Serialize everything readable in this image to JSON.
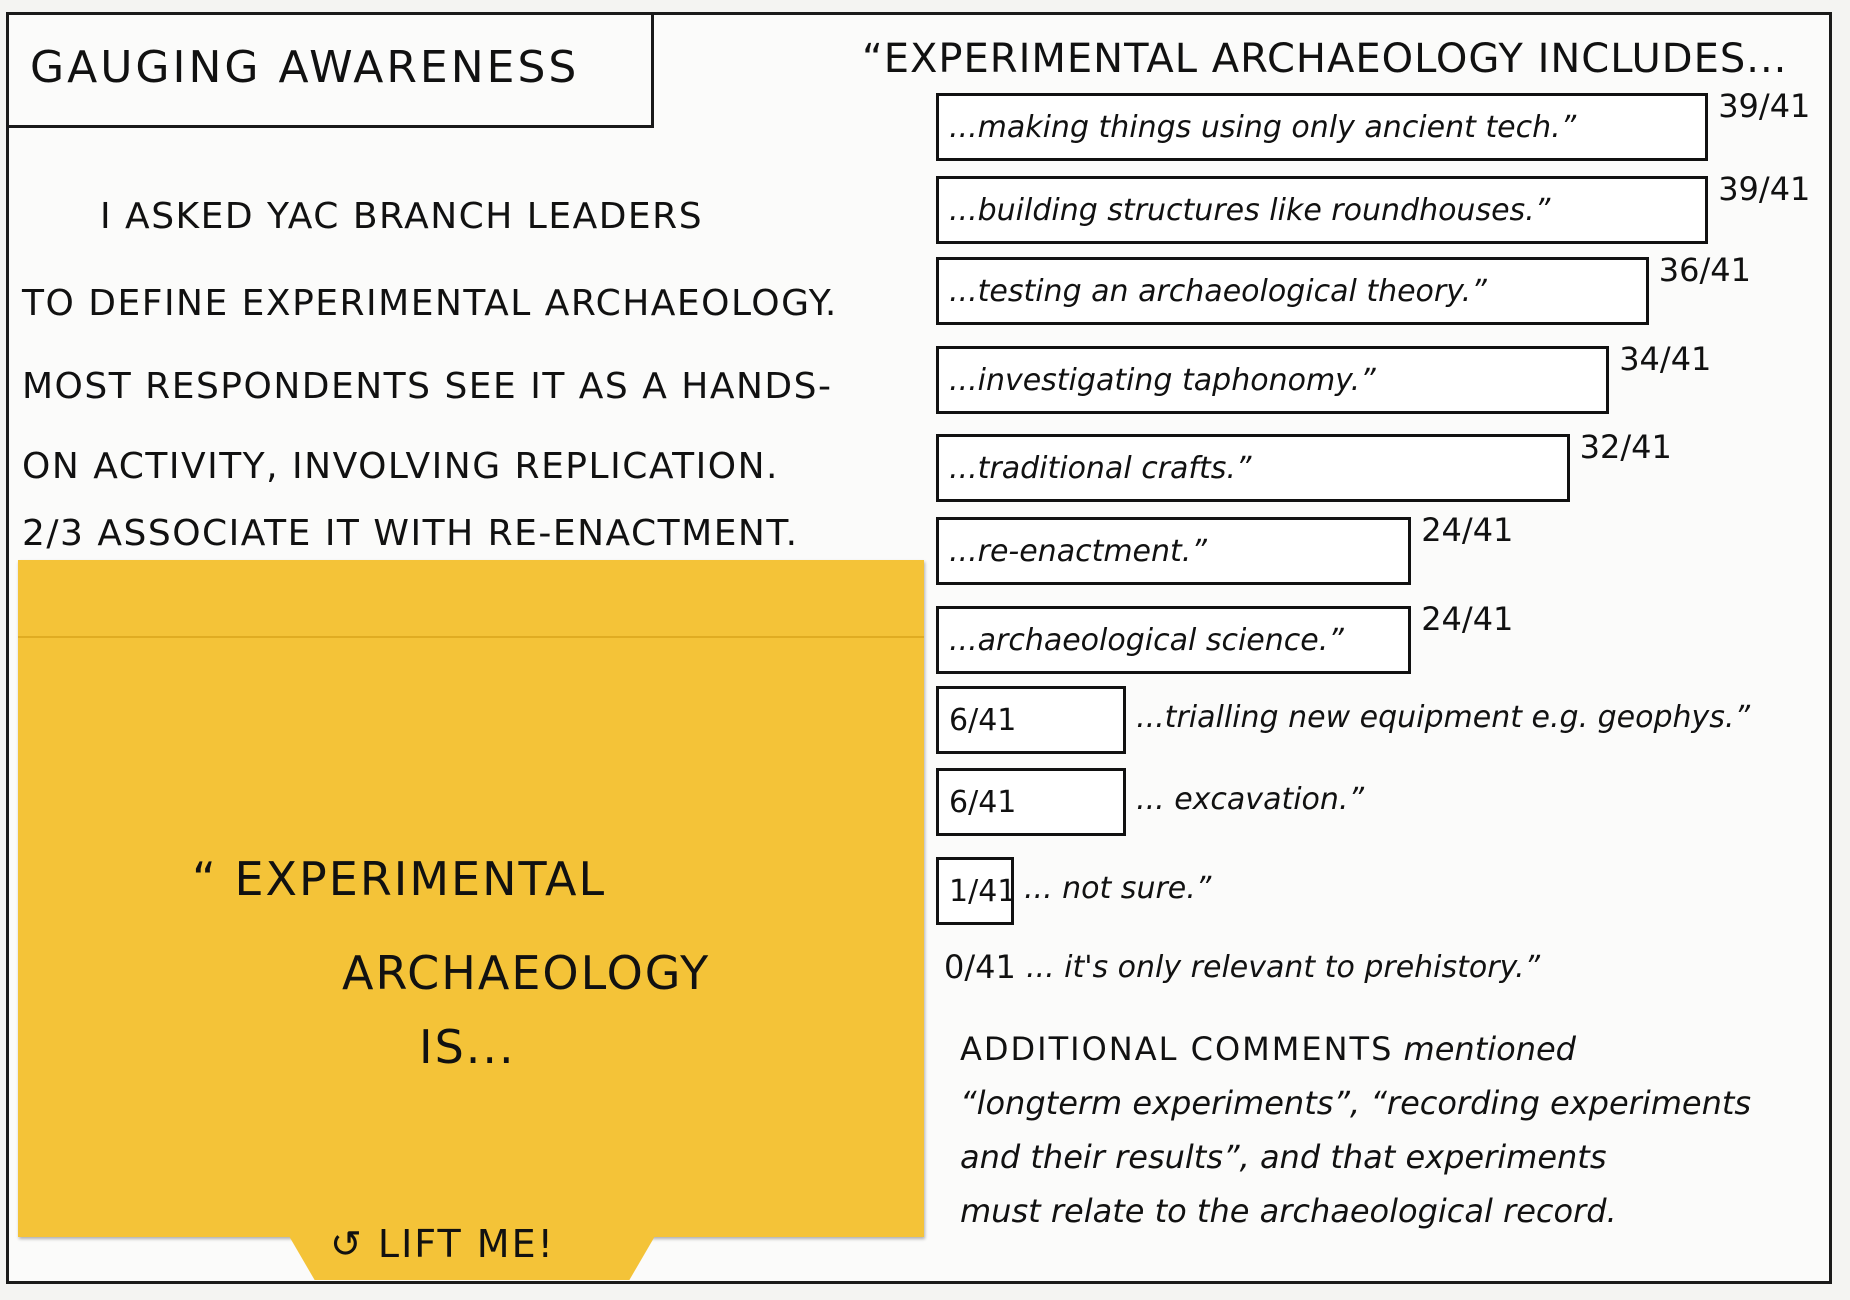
{
  "title": "GAUGING AWARENESS",
  "intro_lines": [
    "I ASKED YAC BRANCH LEADERS",
    "TO DEFINE EXPERIMENTAL ARCHAEOLOGY.",
    "MOST RESPONDENTS SEE IT AS A HANDS-",
    "ON ACTIVITY, INVOLVING REPLICATION.",
    "2/3 ASSOCIATE IT WITH RE-ENACTMENT."
  ],
  "flap": {
    "lines": [
      "“ EXPERIMENTAL",
      "ARCHAEOLOGY",
      "IS..."
    ],
    "lift_label": "↺ LIFT ME!",
    "color": "#f4c338"
  },
  "chart_data": {
    "type": "bar",
    "orientation": "horizontal",
    "title": "“EXPERIMENTAL ARCHAEOLOGY INCLUDES...",
    "total": 41,
    "categories": [
      "...making things using only ancient tech.”",
      "...building structures like roundhouses.”",
      "...testing an archaeological theory.”",
      "...investigating taphonomy.”",
      "...traditional crafts.”",
      "...re-enactment.”",
      "...archaeological science.”",
      "...trialling new equipment e.g. geophys.”",
      "... excavation.”",
      "... not sure.”",
      "... it's only relevant to prehistory.”"
    ],
    "values": [
      39,
      39,
      36,
      34,
      32,
      24,
      24,
      6,
      6,
      1,
      0
    ],
    "value_labels": [
      "39/41",
      "39/41",
      "36/41",
      "34/41",
      "32/41",
      "24/41",
      "24/41",
      "6/41",
      "6/41",
      "1/41",
      "0/41"
    ]
  },
  "comments": {
    "lead": "ADDITIONAL COMMENTS",
    "lines": [
      " mentioned",
      "“longterm experiments”, “recording experiments",
      "and their results”, and that experiments",
      "must relate to the archaeological record."
    ]
  }
}
